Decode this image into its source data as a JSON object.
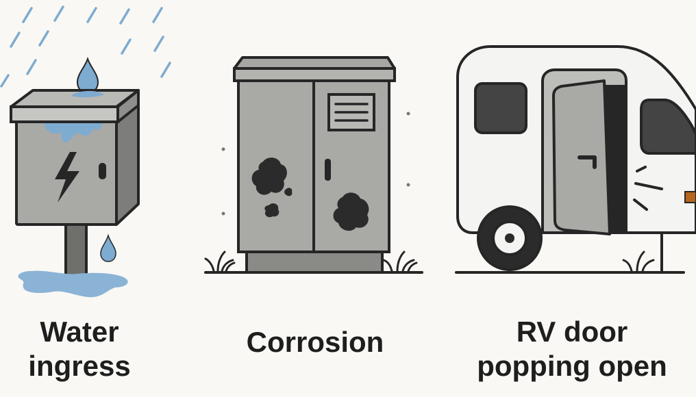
{
  "panels": [
    {
      "key": "water",
      "caption_lines": [
        "Water",
        "ingress"
      ],
      "icons": [
        "rain-icon",
        "electrical-box-icon",
        "lightning-bolt-icon",
        "water-drop-icon",
        "puddle-icon"
      ]
    },
    {
      "key": "corrosion",
      "caption_lines": [
        "Corrosion"
      ],
      "icons": [
        "utility-cabinet-icon",
        "vent-icon",
        "rust-spot-icon",
        "grass-icon"
      ]
    },
    {
      "key": "rv",
      "caption_lines": [
        "RV door",
        "popping open"
      ],
      "icons": [
        "rv-trailer-icon",
        "open-door-icon",
        "wheel-icon",
        "motion-lines-icon",
        "grass-icon"
      ]
    }
  ],
  "colors": {
    "background": "#f9f8f4",
    "outline": "#262626",
    "metal_gray": "#a9a9a6",
    "metal_dark": "#7d7d7a",
    "water_blue": "#7eabd0",
    "rust_black": "#2b2b2b",
    "rv_white": "#f4f4f2",
    "window_dark": "#444444",
    "light_orange": "#b5651d"
  }
}
